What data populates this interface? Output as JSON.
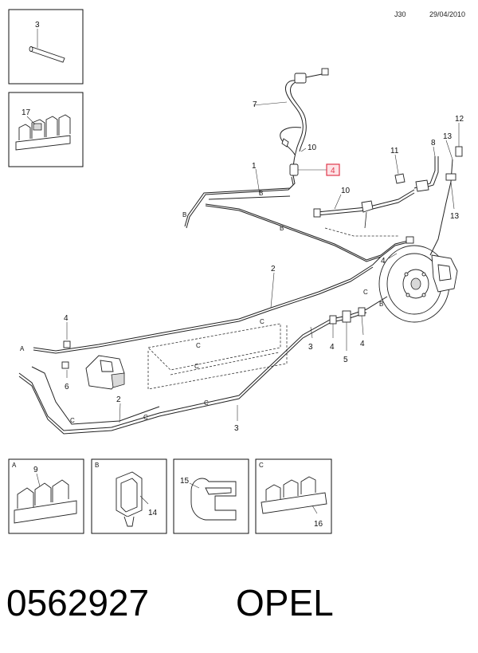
{
  "header": {
    "code": "J30",
    "date": "29/04/2010"
  },
  "part_number": "0562927",
  "brand": "OPEL",
  "highlight_color": "#e0384c",
  "callouts": {
    "c1": "1",
    "c2a": "2",
    "c2b": "2",
    "c3a": "3",
    "c3b": "3",
    "c3c": "3",
    "c4a": "4",
    "c4b": "4",
    "c4c": "4",
    "c4d": "4",
    "c4e": "4",
    "c5": "5",
    "c6": "6",
    "c7": "7",
    "c8": "8",
    "c10a": "10",
    "c10b": "10",
    "c11": "11",
    "c12": "12",
    "c13a": "13",
    "c13b": "13",
    "c14": "14",
    "c15": "15",
    "c16": "16",
    "c17": "17",
    "c9": "9"
  },
  "letters": {
    "a_main": "A",
    "b1": "B",
    "b2": "B",
    "b3": "B",
    "b4": "B",
    "ca": "C",
    "cb": "C",
    "cc": "C",
    "cd": "C",
    "ce": "C",
    "cf": "C",
    "cg": "C",
    "panel_a": "A",
    "panel_b": "B",
    "panel_c": "C"
  }
}
